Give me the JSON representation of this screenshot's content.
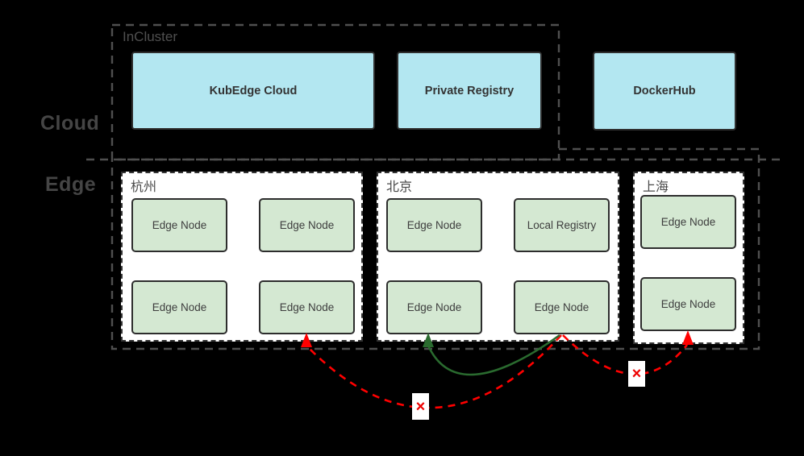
{
  "labels": {
    "cloud": "Cloud",
    "edge": "Edge",
    "incluster": "InCluster"
  },
  "cloud_services": [
    {
      "label": "KubEdge Cloud",
      "in_cluster": true
    },
    {
      "label": "Private Registry",
      "in_cluster": true
    },
    {
      "label": "DockerHub",
      "in_cluster": false
    }
  ],
  "edge_groups": [
    {
      "name": "杭州",
      "nodes": [
        "Edge Node",
        "Edge Node",
        "Edge Node",
        "Edge Node"
      ]
    },
    {
      "name": "北京",
      "nodes": [
        "Edge Node",
        "Local Registry",
        "Edge Node",
        "Edge Node"
      ]
    },
    {
      "name": "上海",
      "nodes": [
        "Edge Node",
        "Edge Node"
      ]
    }
  ],
  "connections": [
    {
      "from": "北京 Edge Node (bottom-right)",
      "to": "杭州 Edge Node (bottom-right)",
      "style": "red-dashed",
      "status": "blocked",
      "marker": "×"
    },
    {
      "from": "北京 Edge Node (bottom-right)",
      "to": "北京 Edge Node (bottom-left)",
      "style": "green-solid",
      "status": "allowed"
    },
    {
      "from": "北京 Edge Node (bottom-right)",
      "to": "上海 Edge Node (bottom)",
      "style": "red-dashed",
      "status": "blocked",
      "marker": "×"
    }
  ],
  "colors": {
    "background": "#000000",
    "cloud_box_fill": "#b3e7f1",
    "edge_node_fill": "#d4e8d2",
    "blocked_red": "#ff0000",
    "allowed_green": "#2a6b2f",
    "boundary_dash_gray": "#4f4f4f",
    "group_border": "#333333"
  }
}
